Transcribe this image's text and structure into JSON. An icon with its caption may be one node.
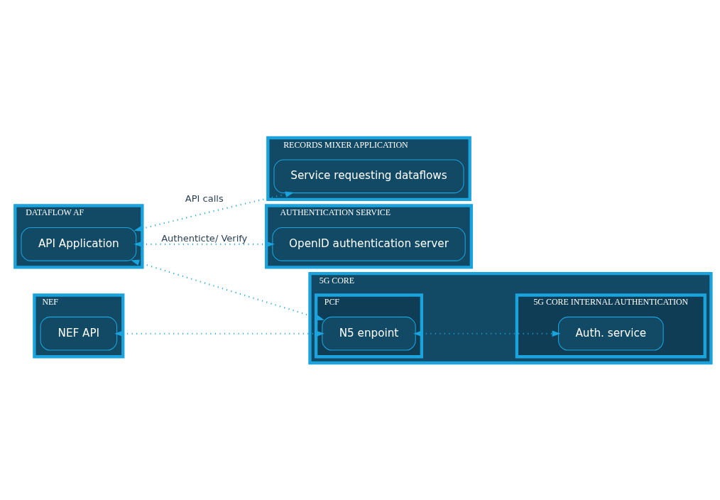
{
  "diagram": {
    "nodes": [
      {
        "text": [
          "RECORDS MIXER APPLICATION"
        ]
      },
      {
        "text": [
          "Service requesting dataflows"
        ],
        "in": 0
      },
      {
        "text": [
          "AUTHENTICATION SERVICE"
        ]
      },
      {
        "text": [
          "OpenID authentication server"
        ],
        "in": 2
      },
      {
        "text": [
          "DATAFLOW AF"
        ]
      },
      {
        "text": [
          "API Application"
        ],
        "in": 4
      },
      {
        "text": [
          "5G CORE"
        ]
      },
      {
        "text": [
          "PCF"
        ],
        "in": 6
      },
      {
        "text": [
          "N5 enpoint"
        ],
        "in": 7
      },
      {
        "text": [
          "5G CORE INTERNAL AUTHENTICATION"
        ],
        "in": 6
      },
      {
        "text": [
          "Auth. service"
        ],
        "in": 9
      },
      {
        "text": [
          "NEF"
        ]
      },
      {
        "text": [
          "NEF API"
        ],
        "in": 11
      }
    ],
    "edges": [
      {
        "from": 5,
        "to": 1,
        "arrow": "both",
        "label": "API calls"
      },
      {
        "from": 5,
        "to": 3,
        "arrow": "both",
        "label": "Authenticte/ Verify"
      },
      {
        "from": 5,
        "to": 8,
        "arrow": "both"
      },
      {
        "from": 12,
        "to": 8,
        "arrow": "both"
      },
      {
        "from": 8,
        "to": 10,
        "arrow": "both"
      }
    ]
  }
}
